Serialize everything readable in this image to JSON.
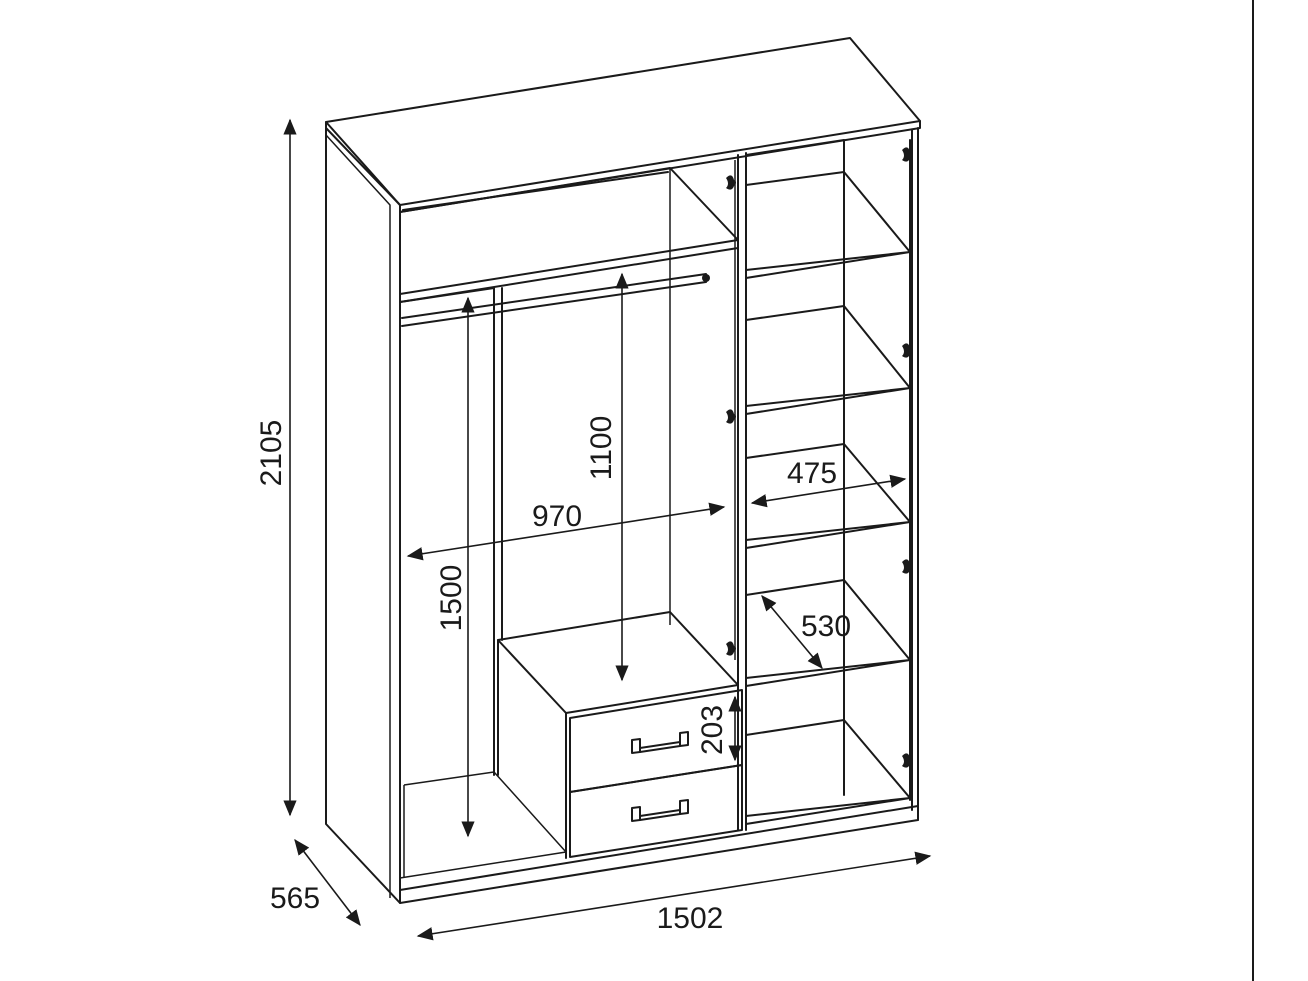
{
  "dimensions": {
    "height_total": "2105",
    "depth": "565",
    "width_total": "1502",
    "inner_width": "970",
    "rod_height": "1100",
    "long_hang_height": "1500",
    "shelf_width": "475",
    "shelf_depth": "530",
    "drawer_height": "203"
  },
  "colors": {
    "line": "#1a1a1a",
    "background": "#ffffff"
  },
  "icons": [
    "wardrobe-outline",
    "drawer-handle-icon",
    "door-hinge-icon",
    "dimension-arrow"
  ]
}
